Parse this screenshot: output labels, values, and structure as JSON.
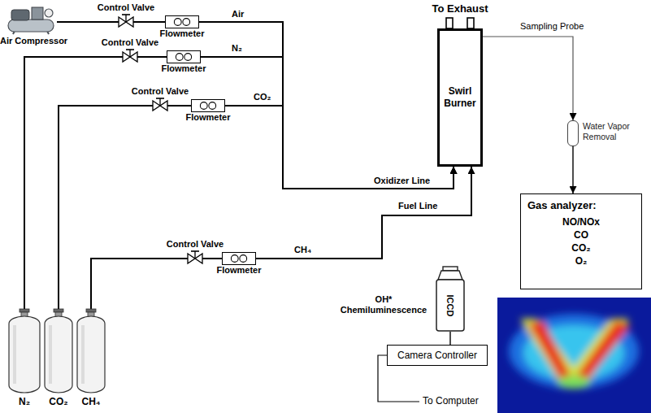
{
  "diagram": {
    "nodes": [
      {
        "text": [
          "Air Compressor"
        ]
      },
      {
        "text": [
          "Flowmeter"
        ]
      },
      {
        "text": [
          "Flowmeter"
        ]
      },
      {
        "text": [
          "Flowmeter"
        ]
      },
      {
        "text": [
          "Swirl Burner"
        ]
      },
      {
        "text": [
          "Water Vapor Removal"
        ]
      },
      {
        "text": [
          "Gas analyzer:",
          "NO/NOx",
          "CO",
          "CO₂",
          "O₂"
        ]
      },
      {
        "text": [
          "Flowmeter"
        ]
      },
      {
        "text": [
          "ICCD"
        ]
      },
      {
        "text": [
          "Camera Controller"
        ]
      },
      {
        "text": [
          "N₂"
        ]
      },
      {
        "text": [
          "CO₂"
        ]
      },
      {
        "text": [
          "CH₄"
        ]
      }
    ],
    "edges": [
      {
        "from": 0,
        "to": 1,
        "arrow": "none"
      },
      {
        "from": 1,
        "to": 4,
        "arrow": "to"
      },
      {
        "from": 2,
        "to": 4,
        "arrow": "to"
      },
      {
        "from": 3,
        "to": 4,
        "arrow": "to"
      },
      {
        "from": 10,
        "to": 2,
        "arrow": "none"
      },
      {
        "from": 11,
        "to": 3,
        "arrow": "none"
      },
      {
        "from": 12,
        "to": 7,
        "arrow": "none"
      },
      {
        "from": 7,
        "to": 4,
        "label": "Fuel Line",
        "arrow": "to"
      },
      {
        "from": 4,
        "to": 5,
        "arrow": "to"
      },
      {
        "from": 5,
        "to": 6,
        "arrow": "to"
      },
      {
        "from": 8,
        "to": 9,
        "arrow": "none"
      }
    ],
    "labels": [
      "Control Valve",
      "Air",
      "To Exhaust",
      "Sampling Probe",
      "Control Valve",
      "N₂",
      "Control Valve",
      "CO₂",
      "Oxidizer Line",
      "Control Valve",
      "CH₄",
      "OH* Chemiluminescence",
      "To Computer"
    ]
  }
}
